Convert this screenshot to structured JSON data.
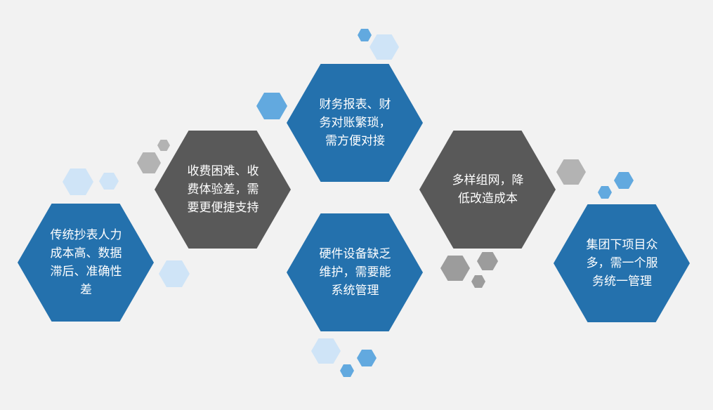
{
  "colors": {
    "background": "#f2f2f2",
    "dark_blue": "#2471ad",
    "dark_gray": "#595959",
    "mid_blue": "#62a9df",
    "light_blue": "#cfe4f7",
    "light_gray": "#b3b3b3",
    "mid_gray": "#9c9c9c",
    "text": "#ffffff"
  },
  "hexagons": [
    {
      "id": "hex-traditional-reading",
      "label": "传统抄表人力\n成本高、数据\n滞后、准确性\n差",
      "color": "dark_blue"
    },
    {
      "id": "hex-fee-collection",
      "label": "收费困难、收\n费体验差，需\n要更便捷支持",
      "color": "dark_gray"
    },
    {
      "id": "hex-finance-report",
      "label": "财务报表、财\n务对账繁琐，\n需方便对接",
      "color": "dark_blue"
    },
    {
      "id": "hex-hardware-maintenance",
      "label": "硬件设备缺乏\n维护，需要能\n系统管理",
      "color": "dark_blue"
    },
    {
      "id": "hex-networking",
      "label": "多样组网，降\n低改造成本",
      "color": "dark_gray"
    },
    {
      "id": "hex-group-projects",
      "label": "集团下项目众\n多，需一个服\n务统一管理",
      "color": "dark_blue"
    }
  ],
  "decorations": [
    {
      "color": "mid_blue"
    },
    {
      "color": "light_blue"
    },
    {
      "color": "mid_blue"
    },
    {
      "color": "light_gray"
    },
    {
      "color": "light_gray"
    },
    {
      "color": "light_blue"
    },
    {
      "color": "light_blue"
    },
    {
      "color": "light_blue"
    },
    {
      "color": "light_blue"
    },
    {
      "color": "mid_blue"
    },
    {
      "color": "mid_blue"
    },
    {
      "color": "mid_gray"
    },
    {
      "color": "mid_gray"
    },
    {
      "color": "mid_gray"
    },
    {
      "color": "light_gray"
    },
    {
      "color": "mid_blue"
    },
    {
      "color": "mid_blue"
    }
  ]
}
